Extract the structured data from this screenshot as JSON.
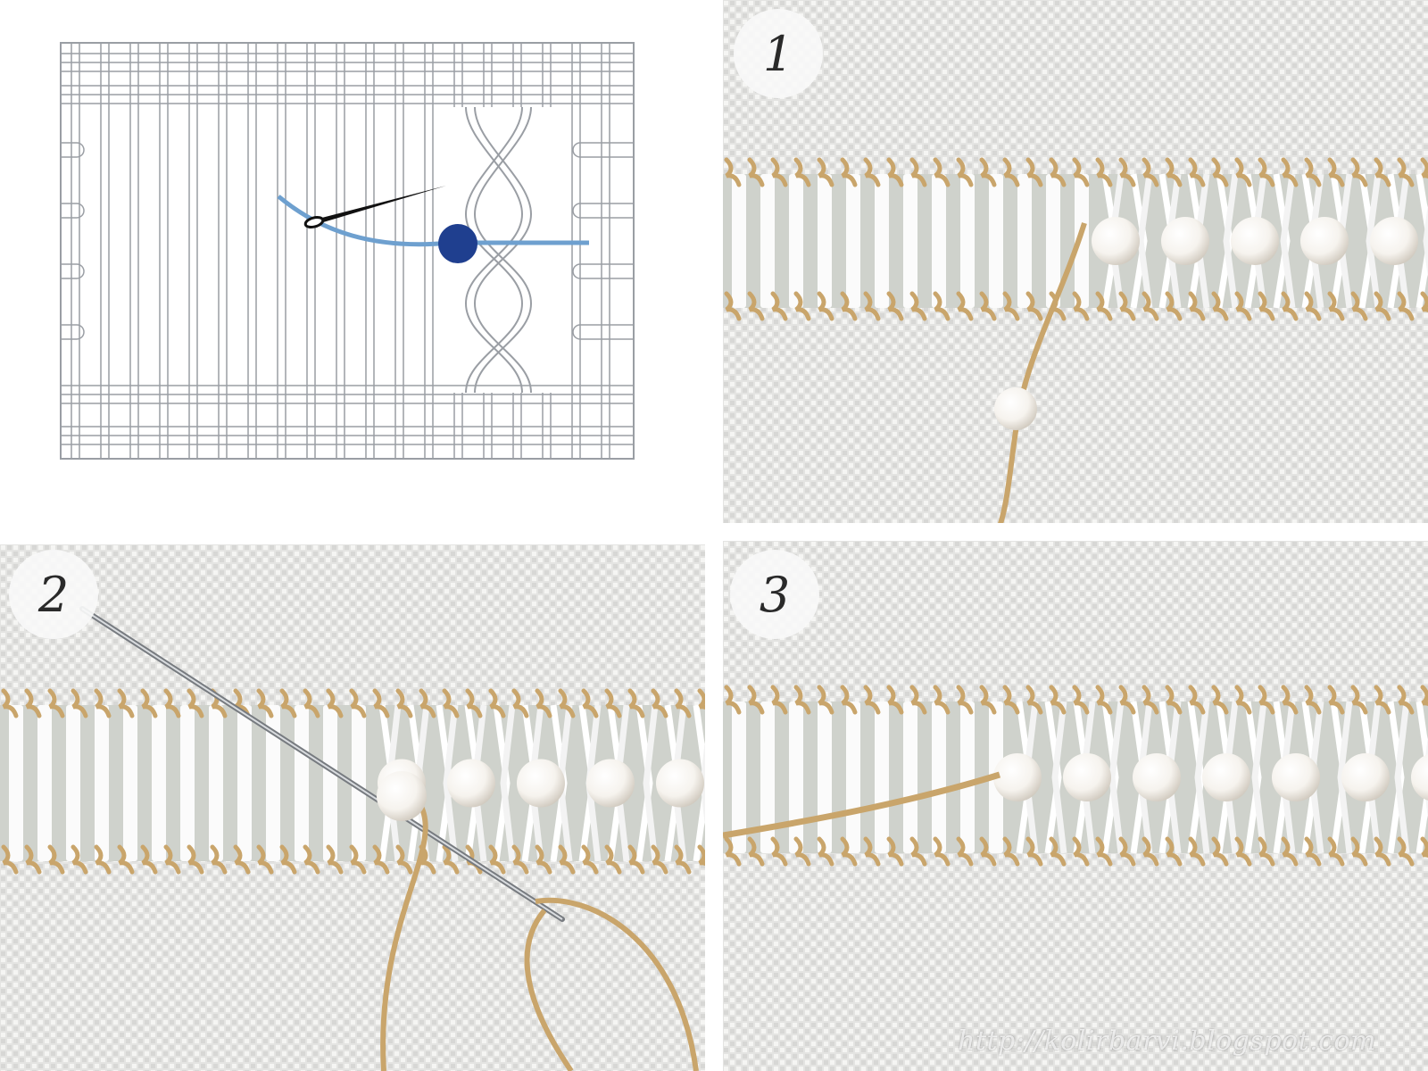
{
  "steps": [
    {
      "label": "1"
    },
    {
      "label": "2"
    },
    {
      "label": "3"
    }
  ],
  "watermark": "http://kolirbarvi.blogspot.com",
  "colors": {
    "fabric": "#e4e4e2",
    "thread_tan": "#c9a56b",
    "pearl": "#f6f3ee",
    "diagram_grid": "#9a9ea4",
    "diagram_thread": "#6ea0cf",
    "diagram_bead": "#1f3f8f",
    "needle": "#111111"
  },
  "icons": [
    "needle-icon",
    "bead-icon",
    "pearl-icon"
  ]
}
